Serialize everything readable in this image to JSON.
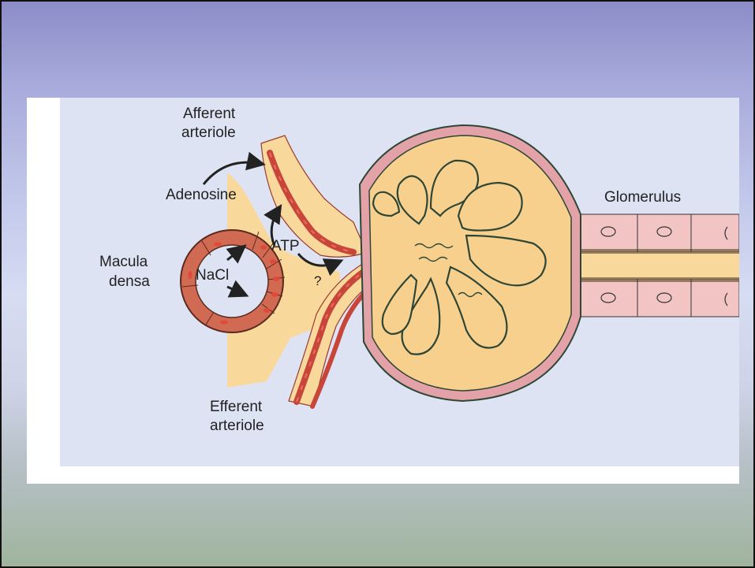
{
  "diagram": {
    "labels": {
      "afferent_line1": "Afferent",
      "afferent_line2": "arteriole",
      "adenosine": "Adenosine",
      "macula_line1": "Macula",
      "macula_line2": "densa",
      "nacl": "NaCl",
      "atp": "ATP",
      "question": "?",
      "glomerulus": "Glomerulus",
      "efferent_line1": "Efferent",
      "efferent_line2": "arteriole"
    },
    "colors": {
      "tissue": "#f9d99b",
      "capillary_loop": "#f8d08e",
      "vessel_wall": "#c8453a",
      "capsule_cells": "#eaa9ae",
      "tubule_cells": "#f2c4c4",
      "background": "#dde3f3",
      "outline": "#2e4636"
    }
  }
}
